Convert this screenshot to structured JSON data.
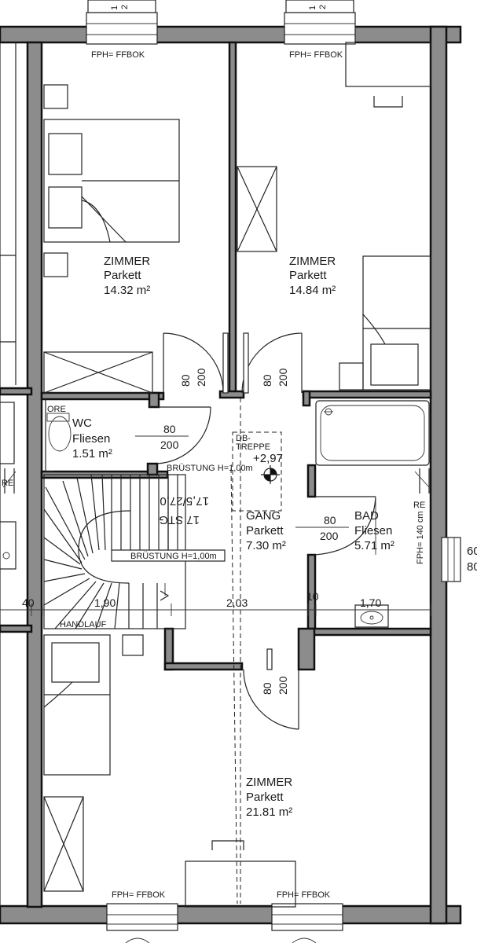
{
  "rooms": [
    {
      "name": "ZIMMER",
      "floor": "Parkett",
      "area": "14.32 m²"
    },
    {
      "name": "ZIMMER",
      "floor": "Parkett",
      "area": "14.84 m²"
    },
    {
      "name": "WC",
      "floor": "Fliesen",
      "area": "1.51 m²"
    },
    {
      "name": "GANG",
      "floor": "Parkett",
      "area": "7.30 m²"
    },
    {
      "name": "BAD",
      "floor": "Fliesen",
      "area": "5.71 m²"
    },
    {
      "name": "ZIMMER",
      "floor": "Parkett",
      "area": "21.81 m²"
    }
  ],
  "window_labels": [
    "FPH= FFBOK",
    "FPH= FFBOK",
    "FPH= FFBOK",
    "FPH= FFBOK"
  ],
  "doors": [
    {
      "width": "80",
      "height": "200"
    },
    {
      "width": "80",
      "height": "200"
    },
    {
      "width": "80",
      "height": "200"
    },
    {
      "width": "80",
      "height": "200"
    },
    {
      "width": "80",
      "height": "200"
    }
  ],
  "dimensions": [
    "40",
    "1,90",
    "2,03",
    "10",
    "1,70"
  ],
  "labels": {
    "ore_top": "ORE",
    "re_left": "RE",
    "re_right": "RE",
    "db_treppe_1": "DB-",
    "db_treppe_2": "TREPPE",
    "level": "+2,97",
    "bruestung_1": "BRÜSTUNG H=1,00m",
    "bruestung_2": "BRÜSTUNG H=1,00m",
    "stair_count": "17 STG",
    "stair_ratio": "17,5/27,0",
    "handlauf": "HANDLAUF",
    "fph_140": "FPH= 140 cm",
    "edge_top_1": "1",
    "edge_top_2": "2",
    "edge_top_3": "1",
    "edge_top_4": "2",
    "edge_right_1": "60",
    "edge_right_2": "80"
  }
}
